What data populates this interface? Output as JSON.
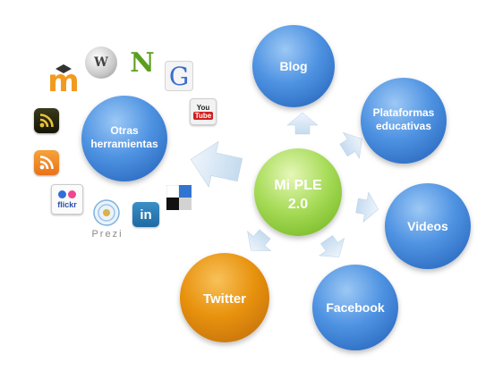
{
  "center": {
    "line1": "Mi PLE",
    "line2": "2.0"
  },
  "nodes": {
    "blog": "Blog",
    "plataformas": {
      "line1": "Plataformas",
      "line2": "educativas"
    },
    "videos": "Videos",
    "facebook": "Facebook",
    "twitter": "Twitter",
    "otras": {
      "line1": "Otras",
      "line2": "herramientas"
    }
  },
  "icons": {
    "ning": "N",
    "google": "G",
    "youtube": {
      "you": "You",
      "tube": "Tube"
    },
    "flickr": "flickr",
    "linkedin": "in",
    "prezi": "Prezi",
    "moodle": "m",
    "wikipedia": "W"
  },
  "colors": {
    "center": "#a8dc5a",
    "blue_node": "#4a8fe0",
    "twitter": "#e8920e",
    "arrow": "#d6e6f5"
  }
}
